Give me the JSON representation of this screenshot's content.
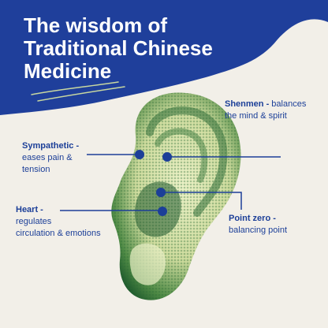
{
  "title": {
    "line1": "The wisdom of",
    "line2": "Traditional Chinese",
    "line3": "Medicine"
  },
  "colors": {
    "banner": "#1f3f9b",
    "text": "#1c3f98",
    "background": "#f2efe8",
    "ear_light": "#e5ecbf",
    "ear_dark": "#1f5a2d",
    "dot": "#1c3f98"
  },
  "points": {
    "shenmen": {
      "name": "Shenmen -",
      "desc1": "balances",
      "desc2": "the mind & spirit"
    },
    "sympathetic": {
      "name": "Sympathetic -",
      "desc1": "eases pain &",
      "desc2": "tension"
    },
    "heart": {
      "name": "Heart -",
      "desc1": "regulates",
      "desc2": "circulation & emotions"
    },
    "point_zero": {
      "name": "Point zero -",
      "desc1": "balancing point"
    }
  }
}
